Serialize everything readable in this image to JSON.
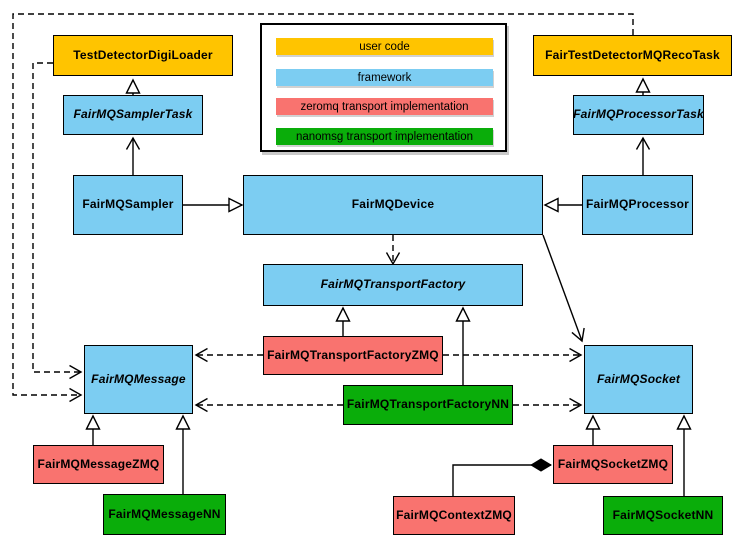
{
  "colors": {
    "user_code": "#FFC400",
    "framework": "#7CCDF2",
    "zeromq": "#F9736F",
    "nanomsg": "#0AAD0A",
    "line": "#000000"
  },
  "legend": {
    "items": [
      {
        "label": "user code",
        "color": "#FFC400"
      },
      {
        "label": "framework",
        "color": "#7CCDF2"
      },
      {
        "label": "zeromq transport implementation",
        "color": "#F9736F"
      },
      {
        "label": "nanomsg transport implementation",
        "color": "#0AAD0A"
      }
    ]
  },
  "nodes": {
    "testDetectorDigiLoader": {
      "label": "TestDetectorDigiLoader",
      "category": "user code"
    },
    "fairTestDetectorMQRecoTask": {
      "label": "FairTestDetectorMQRecoTask",
      "category": "user code"
    },
    "fairMQSamplerTask": {
      "label": "FairMQSamplerTask",
      "category": "framework",
      "abstract": true
    },
    "fairMQProcessorTask": {
      "label": "FairMQProcessorTask",
      "category": "framework",
      "abstract": true
    },
    "fairMQSampler": {
      "label": "FairMQSampler",
      "category": "framework"
    },
    "fairMQDevice": {
      "label": "FairMQDevice",
      "category": "framework"
    },
    "fairMQProcessor": {
      "label": "FairMQProcessor",
      "category": "framework"
    },
    "fairMQTransportFactory": {
      "label": "FairMQTransportFactory",
      "category": "framework",
      "abstract": true
    },
    "fairMQTransportFactoryZMQ": {
      "label": "FairMQTransportFactoryZMQ",
      "category": "zeromq transport implementation"
    },
    "fairMQTransportFactoryNN": {
      "label": "FairMQTransportFactoryNN",
      "category": "nanomsg transport implementation"
    },
    "fairMQMessage": {
      "label": "FairMQMessage",
      "category": "framework",
      "abstract": true
    },
    "fairMQSocket": {
      "label": "FairMQSocket",
      "category": "framework",
      "abstract": true
    },
    "fairMQMessageZMQ": {
      "label": "FairMQMessageZMQ",
      "category": "zeromq transport implementation"
    },
    "fairMQMessageNN": {
      "label": "FairMQMessageNN",
      "category": "nanomsg transport implementation"
    },
    "fairMQSocketZMQ": {
      "label": "FairMQSocketZMQ",
      "category": "zeromq transport implementation"
    },
    "fairMQSocketNN": {
      "label": "FairMQSocketNN",
      "category": "nanomsg transport implementation"
    },
    "fairMQContextZMQ": {
      "label": "FairMQContextZMQ",
      "category": "zeromq transport implementation"
    }
  },
  "edges": [
    {
      "from": "fairMQSamplerTask",
      "to": "testDetectorDigiLoader",
      "type": "solid-hollow-triangle"
    },
    {
      "from": "fairMQProcessorTask",
      "to": "fairTestDetectorMQRecoTask",
      "type": "solid-hollow-triangle"
    },
    {
      "from": "fairMQSampler",
      "to": "fairMQSamplerTask",
      "type": "solid-open-arrow"
    },
    {
      "from": "fairMQProcessor",
      "to": "fairMQProcessorTask",
      "type": "solid-open-arrow"
    },
    {
      "from": "fairMQSampler",
      "to": "fairMQDevice",
      "type": "solid-hollow-triangle"
    },
    {
      "from": "fairMQProcessor",
      "to": "fairMQDevice",
      "type": "solid-hollow-triangle"
    },
    {
      "from": "fairMQDevice",
      "to": "fairMQTransportFactory",
      "type": "dashed-open-arrow"
    },
    {
      "from": "fairMQDevice",
      "to": "fairMQSocket",
      "type": "solid-open-arrow"
    },
    {
      "from": "fairMQTransportFactoryZMQ",
      "to": "fairMQTransportFactory",
      "type": "solid-hollow-triangle"
    },
    {
      "from": "fairMQTransportFactoryNN",
      "to": "fairMQTransportFactory",
      "type": "solid-hollow-triangle"
    },
    {
      "from": "fairMQTransportFactoryZMQ",
      "to": "fairMQMessage",
      "type": "dashed-open-arrow"
    },
    {
      "from": "fairMQTransportFactoryZMQ",
      "to": "fairMQSocket",
      "type": "dashed-open-arrow"
    },
    {
      "from": "fairMQTransportFactoryNN",
      "to": "fairMQMessage",
      "type": "dashed-open-arrow"
    },
    {
      "from": "fairMQTransportFactoryNN",
      "to": "fairMQSocket",
      "type": "dashed-open-arrow"
    },
    {
      "from": "fairTestDetectorMQRecoTask",
      "to": "fairMQMessage",
      "type": "dashed-open-arrow"
    },
    {
      "from": "testDetectorDigiLoader",
      "to": "fairMQMessage",
      "type": "dashed-open-arrow"
    },
    {
      "from": "fairMQMessageZMQ",
      "to": "fairMQMessage",
      "type": "solid-hollow-triangle"
    },
    {
      "from": "fairMQMessageNN",
      "to": "fairMQMessage",
      "type": "solid-hollow-triangle"
    },
    {
      "from": "fairMQSocketZMQ",
      "to": "fairMQSocket",
      "type": "solid-hollow-triangle"
    },
    {
      "from": "fairMQSocketNN",
      "to": "fairMQSocket",
      "type": "solid-hollow-triangle"
    },
    {
      "from": "fairMQContextZMQ",
      "to": "fairMQSocketZMQ",
      "type": "solid-filled-diamond"
    }
  ]
}
